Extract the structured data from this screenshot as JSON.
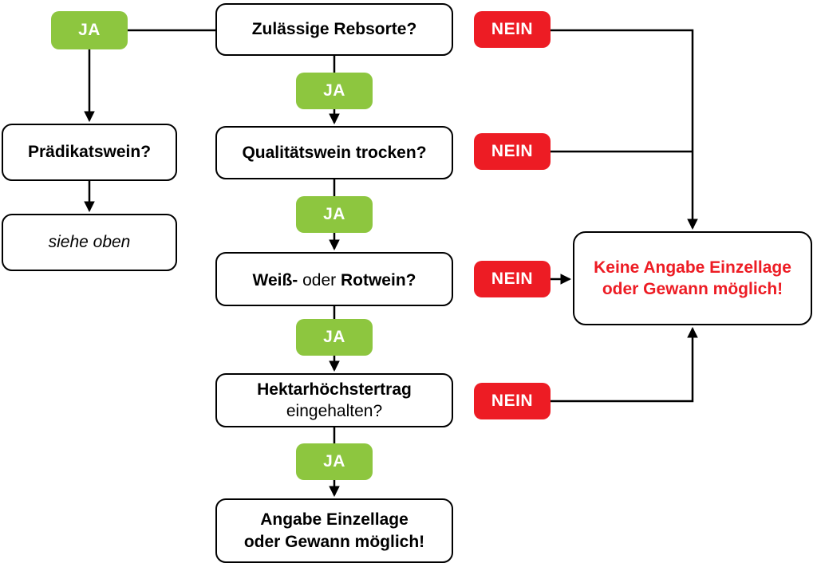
{
  "labels": {
    "yes": "JA",
    "no": "NEIN"
  },
  "nodes": {
    "q_rebsorte": "Zulässige Rebsorte?",
    "praedikatswein": "Prädikatswein?",
    "siehe_oben": "siehe oben",
    "q_qualitaetswein": "Qualitätswein trocken?",
    "q_wein_bold1": "Weiß-",
    "q_wein_mid": " oder ",
    "q_wein_bold2": "Rotwein?",
    "q_ertrag_line1": "Hektarhöchstertrag",
    "q_ertrag_line2": "eingehalten?",
    "no_result_line1": "Keine Angabe Einzellage",
    "no_result_line2": "oder Gewann möglich!",
    "yes_result_line1": "Angabe Einzellage",
    "yes_result_line2": "oder Gewann möglich!"
  },
  "colors": {
    "yes_badge": "#8dc63f",
    "no_badge": "#ed1c24",
    "result_text": "#ed1c24",
    "line": "#000000"
  }
}
